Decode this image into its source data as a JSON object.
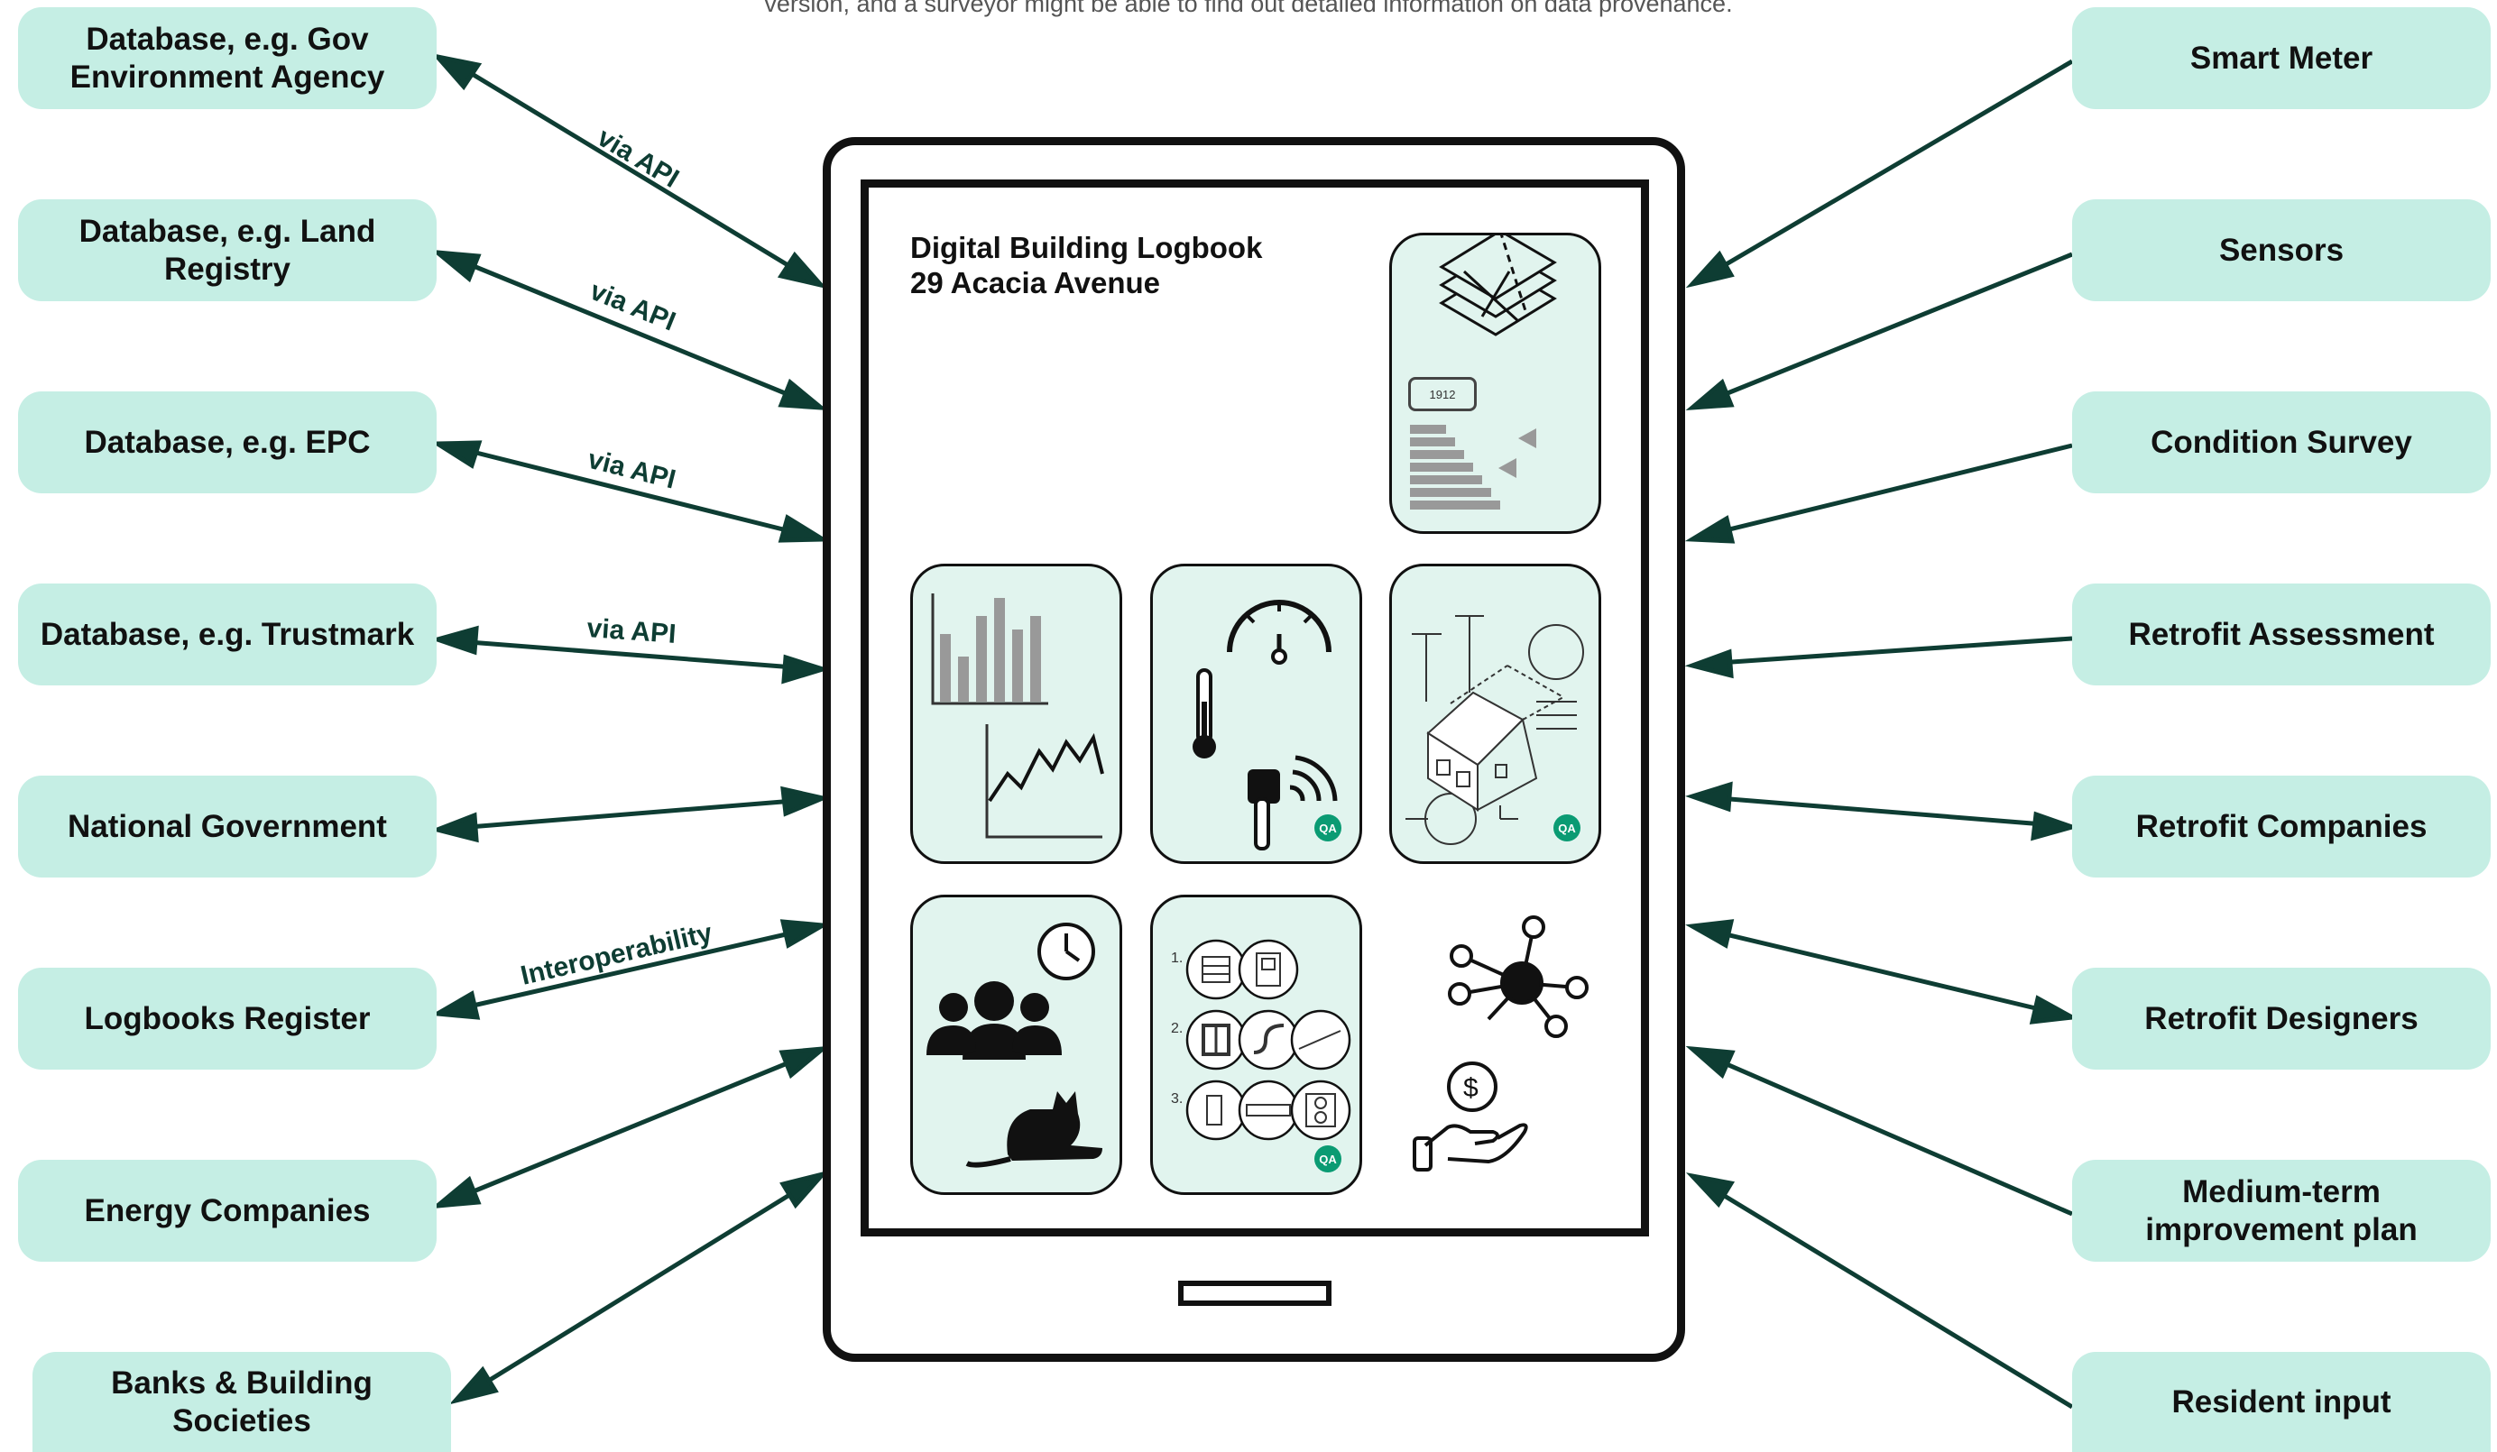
{
  "caption": "version, and a surveyor might be able to find out detailed information on data provenance.",
  "logbook": {
    "title": "Digital Building Logbook",
    "address": "29 Acacia Avenue",
    "year_badge": "1912",
    "qa_badge": "QA",
    "step_labels": [
      "1.",
      "2.",
      "3."
    ]
  },
  "left_sources": [
    {
      "label": "Database, e.g. Gov\nEnvironment Agency",
      "edge_label": "via API"
    },
    {
      "label": "Database, e.g. Land\nRegistry",
      "edge_label": "via API"
    },
    {
      "label": "Database, e.g. EPC",
      "edge_label": "via API"
    },
    {
      "label": "Database, e.g. Trustmark",
      "edge_label": "via API"
    },
    {
      "label": "National Government",
      "edge_label": ""
    },
    {
      "label": "Logbooks Register",
      "edge_label": "Interoperability"
    },
    {
      "label": "Energy Companies",
      "edge_label": ""
    },
    {
      "label": "Banks & Building\nSocieties",
      "edge_label": ""
    }
  ],
  "right_sources": [
    {
      "label": "Smart Meter"
    },
    {
      "label": "Sensors"
    },
    {
      "label": "Condition Survey"
    },
    {
      "label": "Retrofit Assessment"
    },
    {
      "label": "Retrofit Companies"
    },
    {
      "label": "Retrofit Designers"
    },
    {
      "label": "Medium-term\nimprovement plan"
    },
    {
      "label": "Resident input"
    }
  ],
  "colors": {
    "pill": "#c5eee4",
    "arrow": "#0e3d33",
    "tile": "#e1f4ee",
    "qa": "#0a9b73"
  },
  "icons": [
    "layers-icon",
    "bar-chart-icon",
    "gauge-icon",
    "house-diagram-icon",
    "people-icon",
    "cat-icon",
    "clock-icon",
    "retrofit-steps-icon",
    "network-icon",
    "money-hand-icon"
  ]
}
